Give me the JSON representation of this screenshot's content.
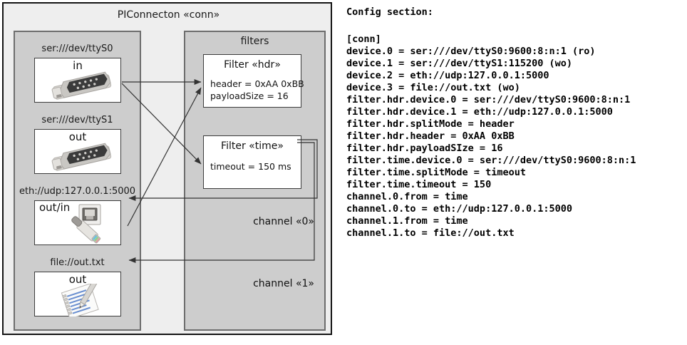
{
  "diagram": {
    "title": "PIConnecton «conn»",
    "devices_panel": {
      "title": "",
      "devices": [
        {
          "caption": "ser:///dev/ttyS0",
          "label": "in",
          "icon": "serial-port-icon"
        },
        {
          "caption": "ser:///dev/ttyS1",
          "label": "out",
          "icon": "serial-port-icon"
        },
        {
          "caption": "eth://udp:127.0.0.1:5000",
          "label": "out/in",
          "icon": "ethernet-socket-icon"
        },
        {
          "caption": "file://out.txt",
          "label": "out",
          "icon": "text-file-icon"
        }
      ]
    },
    "filters_panel": {
      "title": "filters",
      "filters": [
        {
          "title": "Filter «hdr»",
          "props": [
            "header = 0xAA 0xBB",
            "payloadSize = 16"
          ]
        },
        {
          "title": "Filter «time»",
          "props": [
            "timeout = 150 ms"
          ]
        }
      ]
    },
    "channels": [
      {
        "label": "channel «0»"
      },
      {
        "label": "channel «1»"
      }
    ]
  },
  "config": {
    "heading": "Config section:",
    "lines": [
      "[conn]",
      "device.0 = ser:///dev/ttyS0:9600:8:n:1 (ro)",
      "device.1 = ser:///dev/ttyS1:115200 (wo)",
      "device.2 = eth://udp:127.0.0.1:5000",
      "device.3 = file://out.txt (wo)",
      "filter.hdr.device.0 = ser:///dev/ttyS0:9600:8:n:1",
      "filter.hdr.device.1 = eth://udp:127.0.0.1:5000",
      "filter.hdr.splitMode = header",
      "filter.hdr.header = 0xAA 0xBB",
      "filter.hdr.payloadSIze = 16",
      "filter.time.device.0 = ser:///dev/ttyS0:9600:8:n:1",
      "filter.time.splitMode = timeout",
      "filter.time.timeout = 150",
      "channel.0.from = time",
      "channel.0.to = eth://udp:127.0.0.1:5000",
      "channel.1.from = time",
      "channel.1.to = file://out.txt"
    ],
    "text": ""
  },
  "colors": {
    "page_bg": "#ffffff",
    "frame_bg": "#eeeeee",
    "panel_bg": "#cdcdcd",
    "panel_border": "#6d6d6d",
    "frame_border": "#141414",
    "box_bg": "#ffffff",
    "line": "#333333"
  }
}
